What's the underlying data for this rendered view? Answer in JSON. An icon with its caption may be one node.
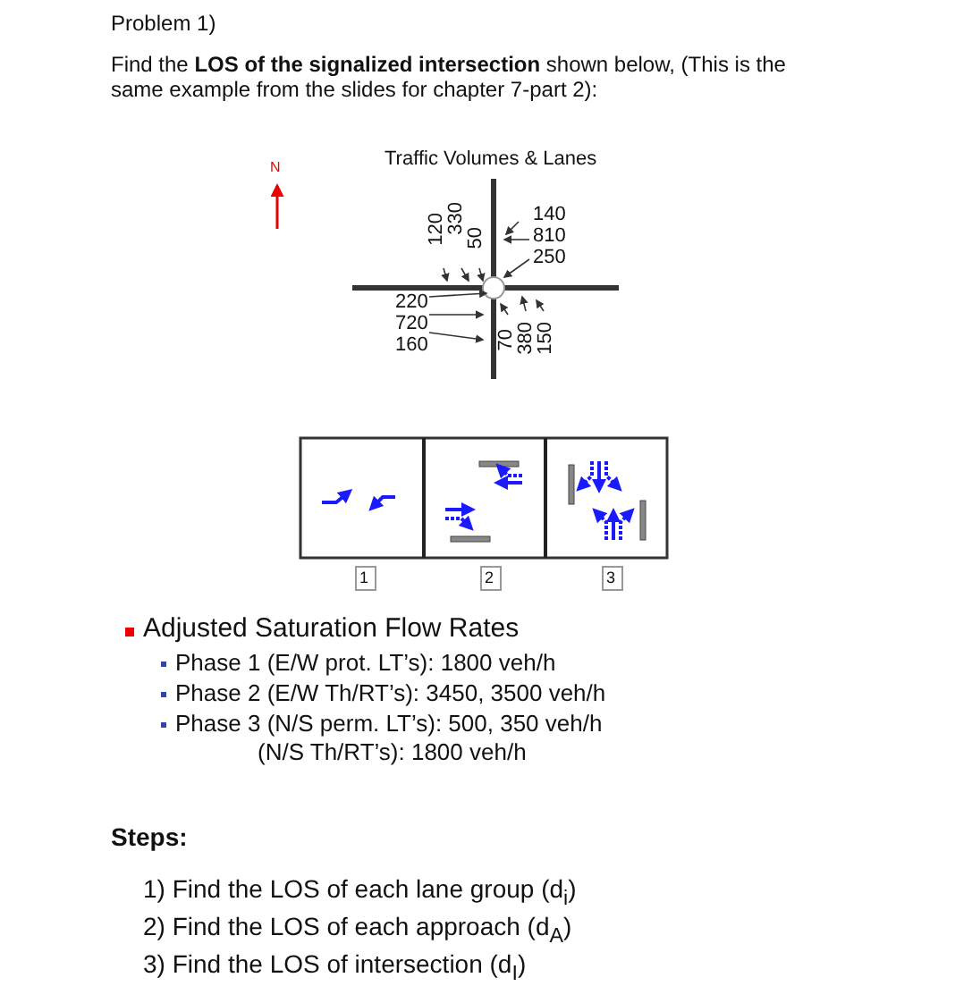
{
  "diagram": {
    "title": "Problem 1)",
    "labels": [
      "Find the **LOS of the signalized intersection** shown below, (This is the same example from the slides for chapter 7-part 2):",
      "N",
      "Traffic Volumes & Lanes",
      "120",
      "330",
      "50",
      "140",
      "810",
      "250",
      "220",
      "720",
      "160",
      "70",
      "380",
      "150",
      "1",
      "2",
      "3",
      "Adjusted Saturation Flow Rates",
      "Phase 1 (E/W prot. LT’s): 1800 veh/h",
      "Phase 2 (E/W Th/RT’s): 3450, 3500 veh/h",
      "Phase 3 (N/S perm. LT’s): 500, 350 veh/h",
      "(N/S Th/RT’s): 1800 veh/h",
      "Steps:",
      "1) Find the LOS of each lane group (d$_{i}$)",
      "2) Find the LOS of each approach (d$_{A}$)",
      "3) Find the LOS of intersection (d$_{I}$)"
    ]
  }
}
